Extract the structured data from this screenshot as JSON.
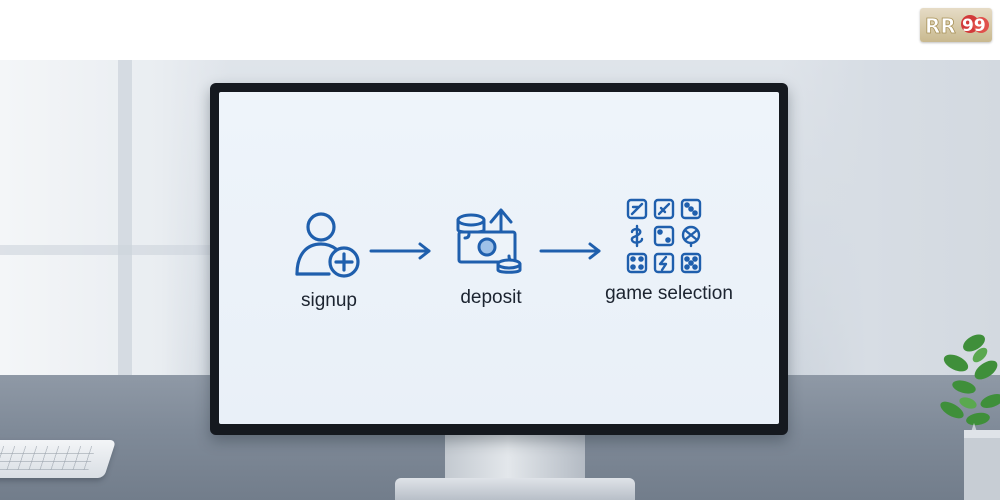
{
  "brand": {
    "logo_text": "RR99"
  },
  "flow": {
    "steps": [
      {
        "label": "signup",
        "icon": "user-plus-icon"
      },
      {
        "label": "deposit",
        "icon": "money-deposit-icon"
      },
      {
        "label": "game selection",
        "icon": "game-grid-icon"
      }
    ],
    "connector_icon": "arrow-right-icon"
  },
  "colors": {
    "icon_blue": "#1f5fad",
    "screen_bg": "#edf3f9",
    "bezel": "#15191f"
  }
}
